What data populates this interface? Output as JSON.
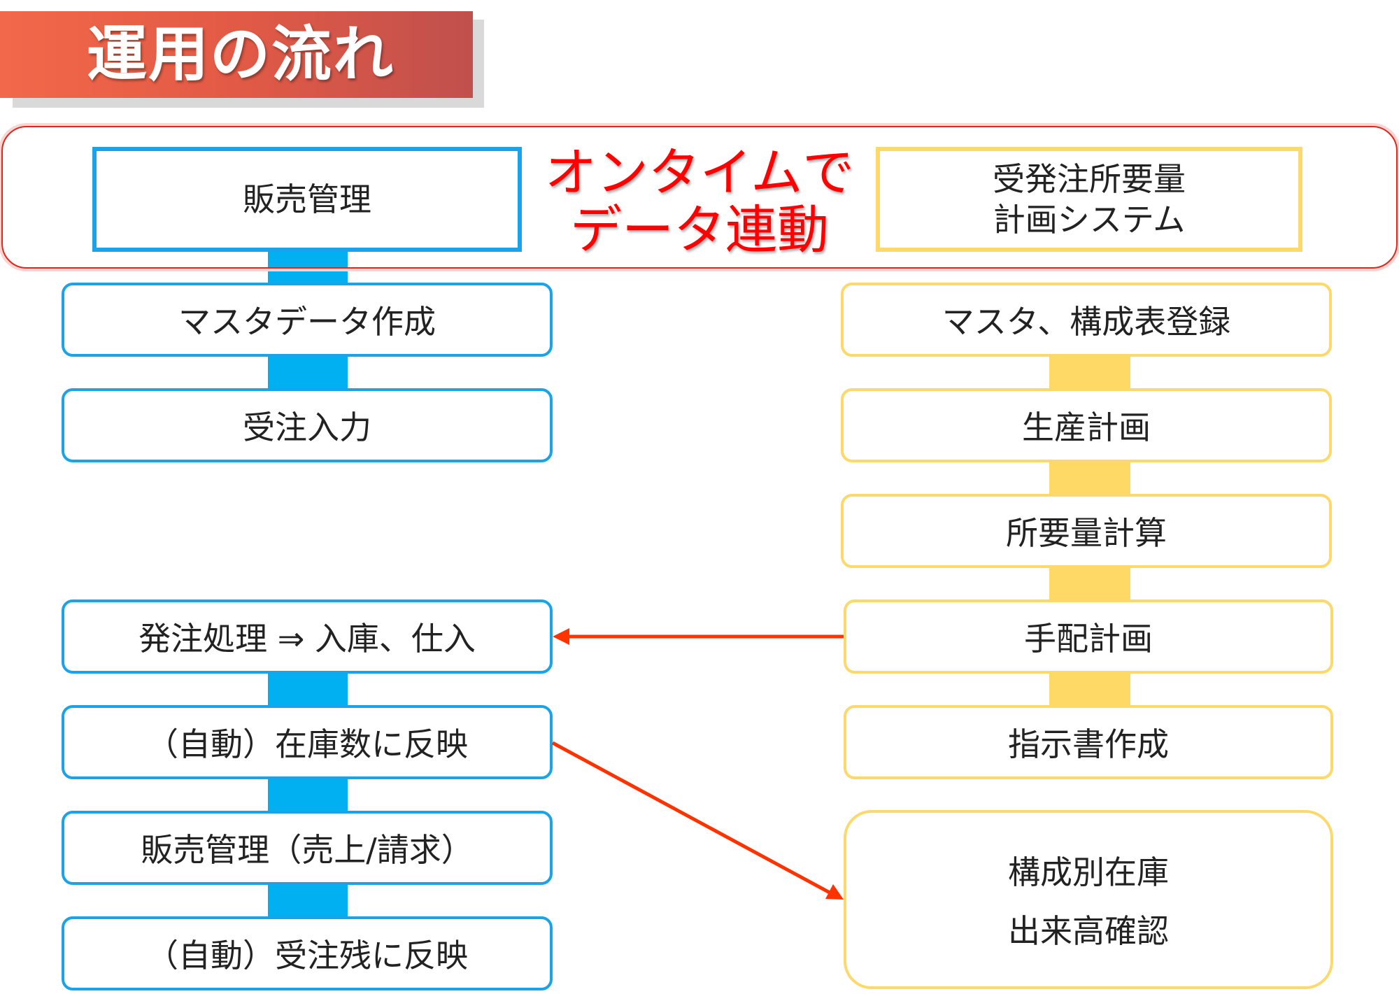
{
  "title": "運用の流れ",
  "sync_label_line1": "オンタイムで",
  "sync_label_line2": "データ連動",
  "left_system": {
    "label": "販売管理",
    "steps": [
      "マスタデータ作成",
      "受注入力",
      "発注処理 ⇒ 入庫、仕入",
      "（自動）在庫数に反映",
      "販売管理（売上/請求）",
      "（自動）受注残に反映"
    ]
  },
  "right_system": {
    "label_line1": "受発注所要量",
    "label_line2": "計画システム",
    "steps": [
      "マスタ、構成表登録",
      "生産計画",
      "所要量計算",
      "手配計画",
      "指示書作成"
    ],
    "stock_items": [
      "構成別在庫",
      "出来高確認"
    ]
  },
  "colors": {
    "sales_border": "#1aa3e8",
    "sales_connector": "#00b0f0",
    "planning_border": "#fdd86a",
    "planning_connector": "#ffd966",
    "arrow": "#ff3300",
    "sync_text": "#ff0000"
  }
}
